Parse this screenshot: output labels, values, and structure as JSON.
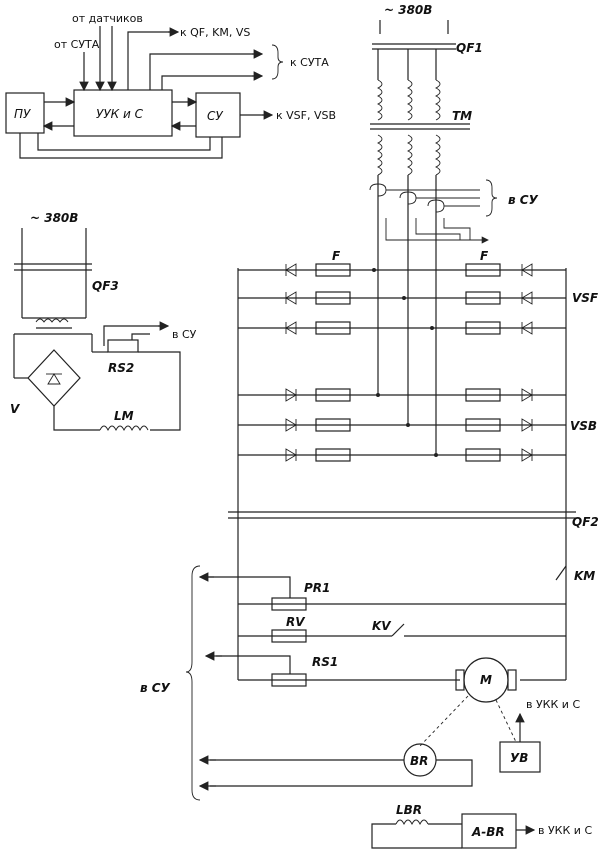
{
  "block_diagram": {
    "from_sensors": "от датчиков",
    "from_suta": "от СУТА",
    "to_qf": "к QF, KM, VS",
    "to_suta": "к СУТА",
    "to_vsf": "к VSF, VSB",
    "pu": "ПУ",
    "uuk": "УУК и С",
    "su": "СУ"
  },
  "field_circuit": {
    "supply": "~ 380В",
    "qf3": "QF3",
    "to_su": "в СУ",
    "rs2": "RS2",
    "v": "V",
    "lm": "LM"
  },
  "main_circuit": {
    "supply": "~ 380В",
    "qf1": "QF1",
    "tm": "TM",
    "to_su": "в СУ",
    "fuse_left": "F",
    "fuse_right": "F",
    "vsf": "VSF",
    "vsb": "VSB",
    "qf2": "QF2",
    "km": "KM",
    "pr1": "PR1",
    "rv": "RV",
    "kv": "KV",
    "rs1": "RS1",
    "m": "M",
    "to_ukk1": "в УКК и С",
    "yv": "УВ",
    "br": "BR",
    "lbr": "LBR",
    "abr": "A-BR",
    "to_ukk2": "в УКК и С",
    "to_su_brace": "в СУ"
  }
}
